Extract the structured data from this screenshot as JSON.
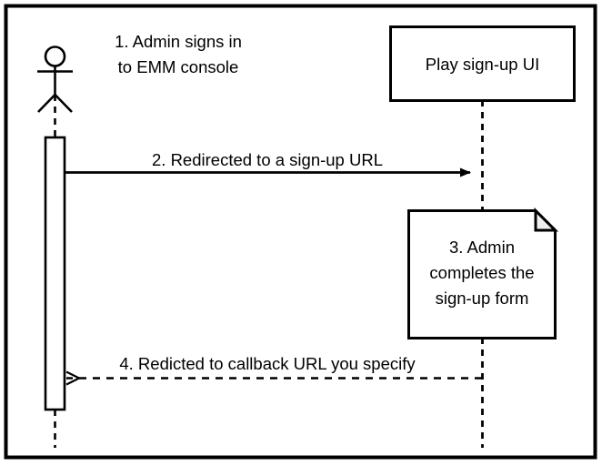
{
  "diagram": {
    "type": "uml-sequence-diagram",
    "title_text": "",
    "border_color": "#000000",
    "background_color": "#ffffff",
    "line_color": "#000000",
    "note_fold_color": "#f0f0f0",
    "actor": {
      "name": "admin-actor",
      "label": ""
    },
    "participant": {
      "name": "play-sign-up-ui",
      "label": "Play sign-up UI"
    },
    "steps": [
      {
        "id": "step-1",
        "number": "1.",
        "label_line_1": "1. Admin signs in",
        "label_line_2": "to EMM console",
        "kind": "actor-annotation"
      },
      {
        "id": "step-2",
        "number": "2.",
        "label": "2. Redirected to a sign-up URL",
        "kind": "message",
        "arrow_style": "solid",
        "arrow_head": "filled",
        "direction": "left-to-right"
      },
      {
        "id": "step-3",
        "number": "3.",
        "label_line_1": "3. Admin",
        "label_line_2": "completes the",
        "label_line_3": "sign-up form",
        "kind": "note"
      },
      {
        "id": "step-4",
        "number": "4.",
        "label": "4. Redicted to callback URL you specify",
        "kind": "return-message",
        "arrow_style": "dashed",
        "arrow_head": "open",
        "direction": "right-to-left"
      }
    ]
  }
}
